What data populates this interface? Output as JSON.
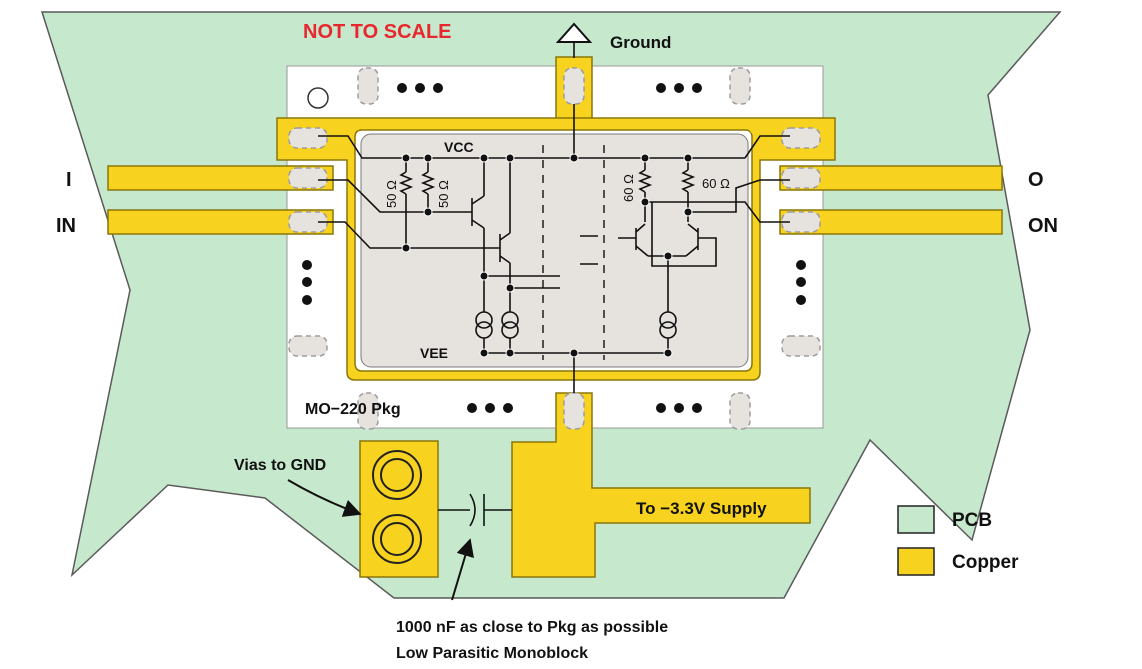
{
  "title": "NOT TO SCALE",
  "ground_label": "Ground",
  "package_label": "MO−220 Pkg",
  "vcc_label": "VCC",
  "vee_label": "VEE",
  "resistors": [
    "50 Ω",
    "50 Ω",
    "60 Ω",
    "60 Ω"
  ],
  "pins": {
    "in_p": "I",
    "in_n": "IN",
    "out_p": "O",
    "out_n": "ON"
  },
  "vias_label": "Vias to GND",
  "supply_label": "To −3.3V Supply",
  "capacitor_note": [
    "1000 nF as close to Pkg as possible",
    "Low Parasitic Monoblock"
  ],
  "legend": [
    {
      "label": "PCB",
      "color": "#c6e8cc"
    },
    {
      "label": "Copper",
      "color": "#f7d21e"
    }
  ],
  "colors": {
    "pcb": "#c6e8cc",
    "copper": "#f7d21e",
    "title": "#e8282f",
    "die": "#e6e2de"
  }
}
